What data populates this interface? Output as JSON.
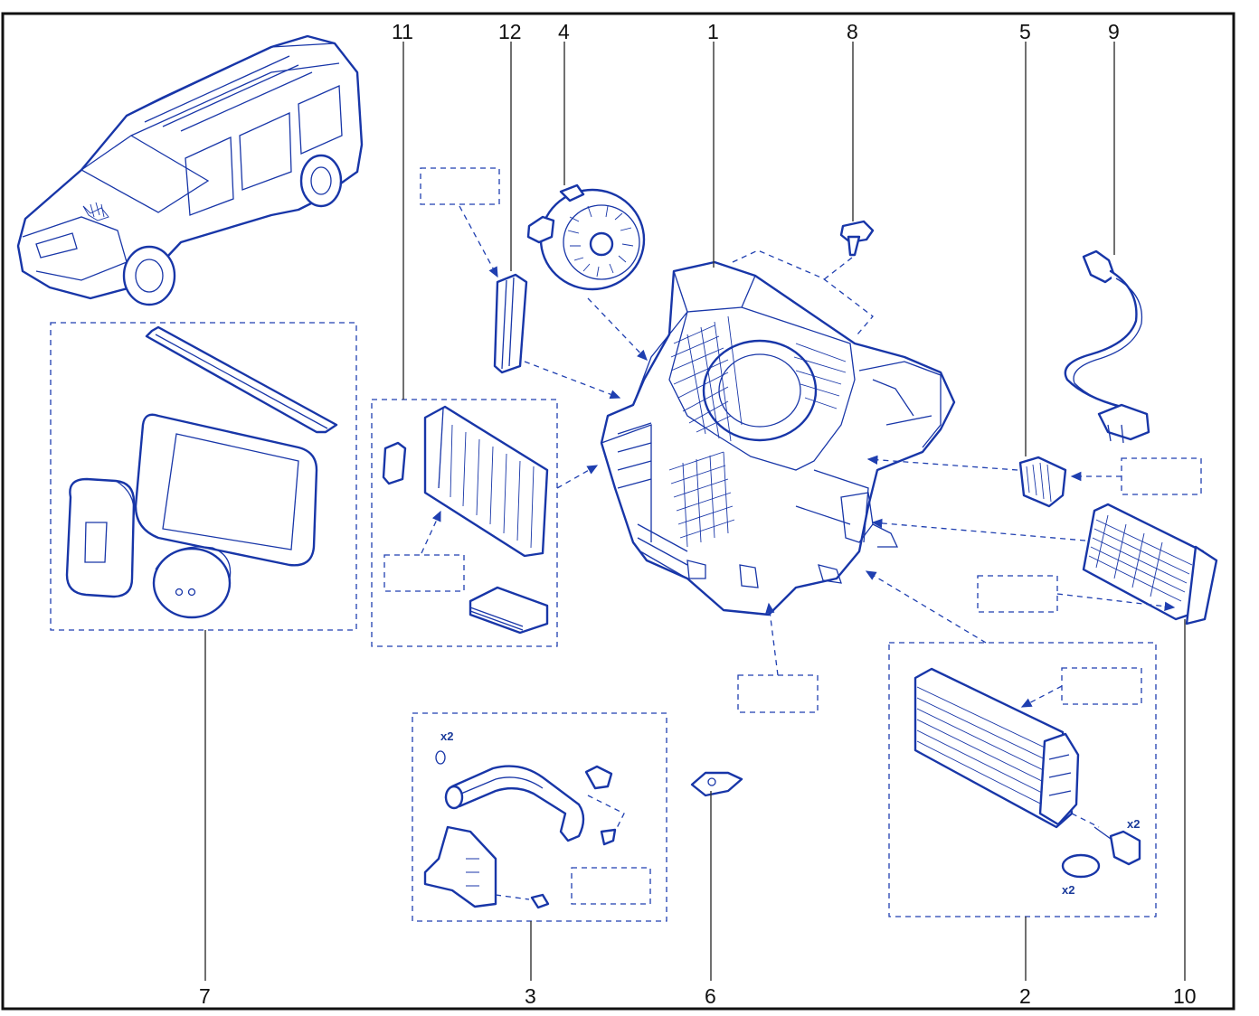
{
  "colors": {
    "ink": "#1836a8",
    "frame": "#111111",
    "background": "#ffffff"
  },
  "callouts": {
    "c1": "1",
    "c2": "2",
    "c3": "3",
    "c4": "4",
    "c5": "5",
    "c6": "6",
    "c7": "7",
    "c8": "8",
    "c9": "9",
    "c10": "10",
    "c11": "11",
    "c12": "12"
  },
  "multipliers": {
    "pipe_seals": "x2",
    "heater_screws": "x2",
    "heater_seals": "x2"
  }
}
